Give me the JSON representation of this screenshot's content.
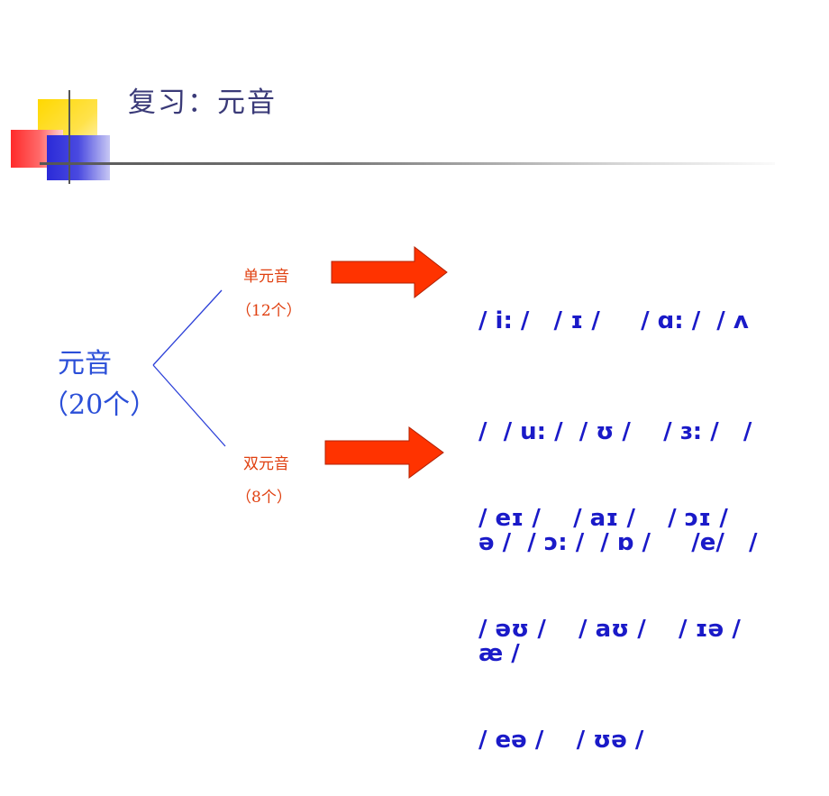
{
  "slide": {
    "title": "复习：元音",
    "root": {
      "label": "元音",
      "count": "（20个）"
    },
    "branches": [
      {
        "label": "单元音",
        "count": "（12个）",
        "ipa_lines": [
          "/ i: /   / ɪ /     / ɑ: /  / ʌ",
          "/  / u: /  / ʊ /    / ɜ: /   /",
          "ə /  / ɔ: /  / ɒ /     /e/   /",
          "æ /"
        ]
      },
      {
        "label": "双元音",
        "count": "（8个）",
        "ipa_lines": [
          "/ eɪ /    / aɪ /    / ɔɪ /",
          "/ əʊ /    / aʊ /    / ɪə /",
          "/ eə /    / ʊə /"
        ]
      }
    ],
    "colors": {
      "title": "#3a3a78",
      "root": "#2b4fd8",
      "branch_label": "#e04010",
      "ipa": "#1a1ac8",
      "arrow_fill": "#ff3300",
      "tree_line": "#2b3fd8"
    }
  }
}
